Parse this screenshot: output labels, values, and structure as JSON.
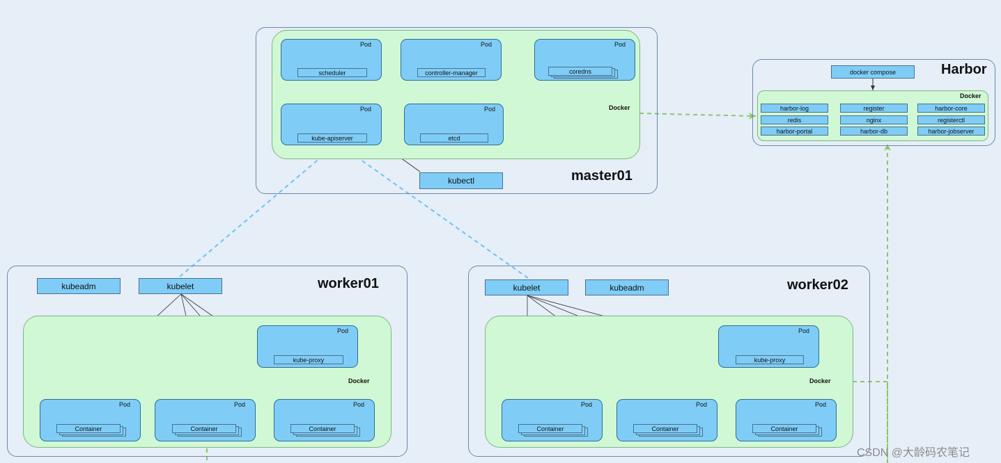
{
  "master": {
    "title": "master01",
    "docker_label": "Docker",
    "pod_label": "Pod",
    "components": {
      "scheduler": "scheduler",
      "controller_manager": "controller-manager",
      "coredns": "coredns",
      "kube_apiserver": "kube-apiserver",
      "etcd": "etcd"
    },
    "kubectl": "kubectl"
  },
  "harbor": {
    "title": "Harbor",
    "docker_compose": "docker compose",
    "docker_label": "Docker",
    "services": [
      [
        "harbor-log",
        "register",
        "harbor-core"
      ],
      [
        "redis",
        "nginx",
        "registerctl"
      ],
      [
        "harbor-portal",
        "harbor-db",
        "harbor-jobserver"
      ]
    ]
  },
  "worker01": {
    "title": "worker01",
    "kubeadm": "kubeadm",
    "kubelet": "kubelet",
    "docker_label": "Docker",
    "pod_label": "Pod",
    "kube_proxy": "kube-proxy",
    "container_label": "Container"
  },
  "worker02": {
    "title": "worker02",
    "kubeadm": "kubeadm",
    "kubelet": "kubelet",
    "docker_label": "Docker",
    "pod_label": "Pod",
    "kube_proxy": "kube-proxy",
    "container_label": "Container"
  },
  "watermark": "CSDN @大龄码农笔记",
  "colors": {
    "background": "#e6eef8",
    "pod_fill": "#7fcdf7",
    "docker_fill": "#d0f8d4",
    "green_dash": "#8cc66a",
    "blue_dash": "#6cc3f2",
    "solid_edge": "#333333"
  }
}
